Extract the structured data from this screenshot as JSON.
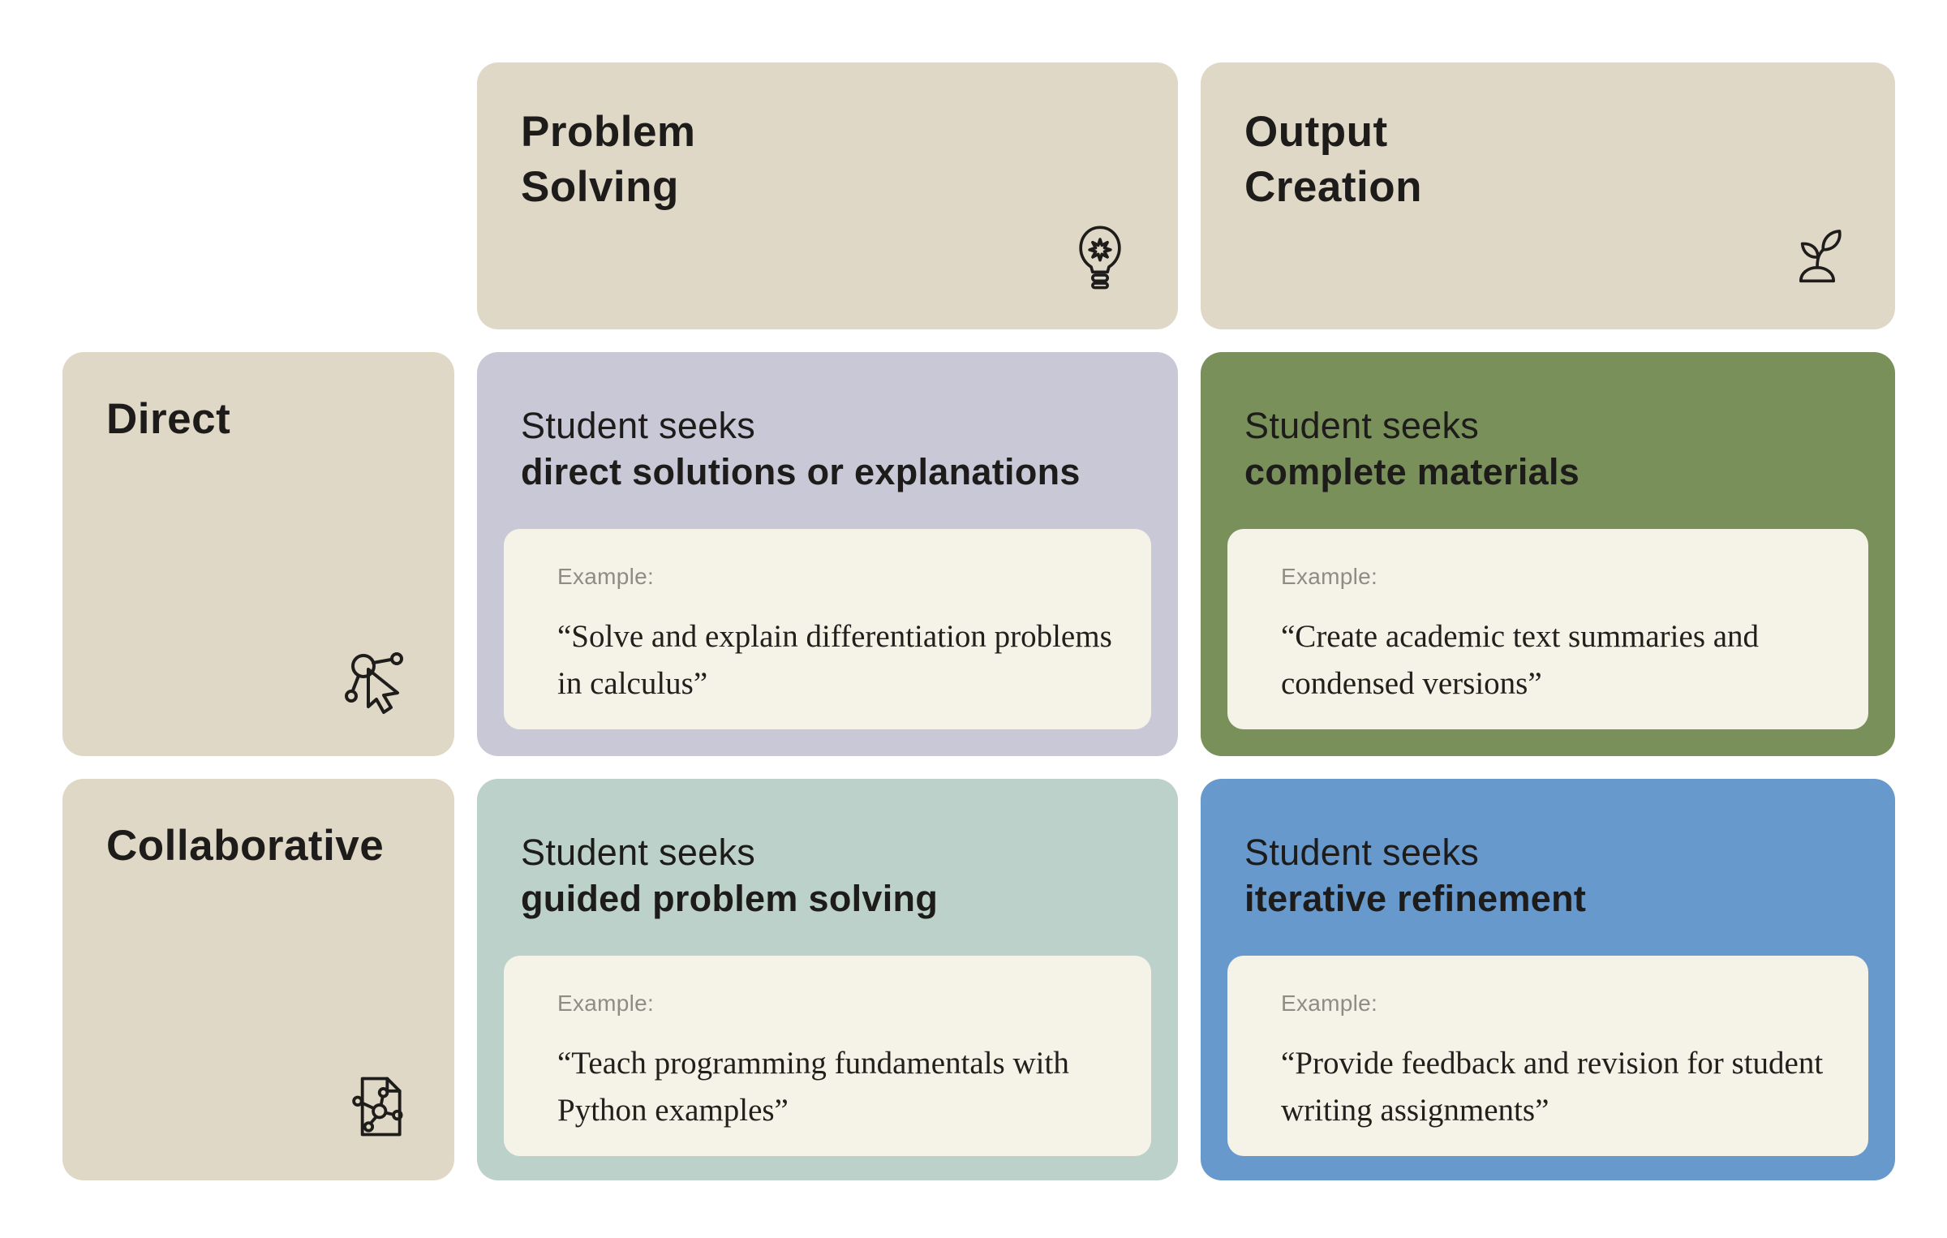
{
  "colors": {
    "background": "#ffffff",
    "header_card_bg": "#e0d8c6",
    "cell_purple_bg": "#c9c8d7",
    "cell_green_bg": "#79905a",
    "cell_teal_bg": "#bcd1c9",
    "cell_blue_bg": "#6899cc",
    "example_box_bg": "#f5f3e8",
    "text_dark": "#1d1c1a",
    "example_label_gray": "#8d8d86"
  },
  "column_headers": [
    {
      "line1": "Problem",
      "line2": "Solving",
      "icon": "lightbulb-icon"
    },
    {
      "line1": "Output",
      "line2": "Creation",
      "icon": "sprout-icon"
    }
  ],
  "row_headers": [
    {
      "label": "Direct",
      "icon": "cursor-network-icon"
    },
    {
      "label": "Collaborative",
      "icon": "document-network-icon"
    }
  ],
  "cells": [
    {
      "intro": "Student seeks",
      "emphasis": "direct solutions or explanations",
      "example_label": "Example:",
      "example_quote": "“Solve and explain differentiation problems in calculus”",
      "bg": "#c9c8d7"
    },
    {
      "intro": "Student seeks",
      "emphasis": "complete materials",
      "example_label": "Example:",
      "example_quote": "“Create academic text summaries and condensed versions”",
      "bg": "#79905a"
    },
    {
      "intro": "Student seeks",
      "emphasis": "guided problem solving",
      "example_label": "Example:",
      "example_quote": "“Teach programming fundamentals with Python examples”",
      "bg": "#bcd1c9"
    },
    {
      "intro": "Student seeks",
      "emphasis": "iterative refinement",
      "example_label": "Example:",
      "example_quote": "“Provide feedback and revision for student writing assignments”",
      "bg": "#6899cc"
    }
  ]
}
